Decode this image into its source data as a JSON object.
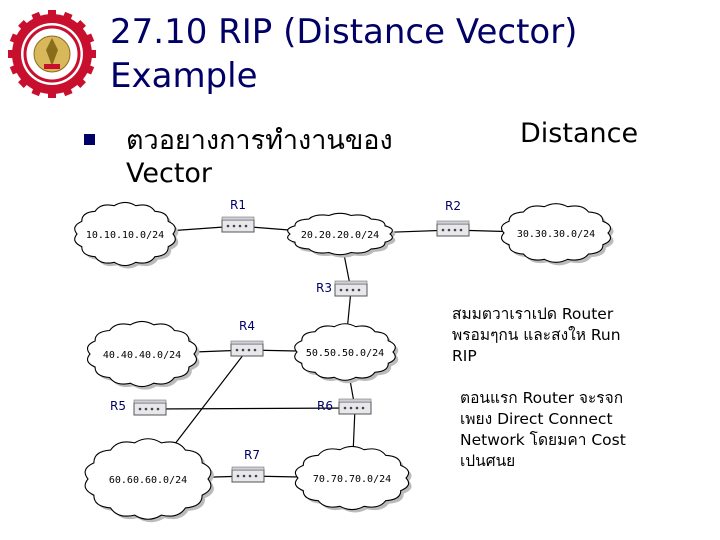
{
  "slide": {
    "title_line1": "27.10 RIP (Distance Vector)",
    "title_line2": "Example",
    "bullet_line1_part1": "ตวอยางการทำงานของ",
    "bullet_line1_part2": "Distance",
    "bullet_line2": "Vector"
  },
  "diagram": {
    "routers": [
      {
        "id": "R1",
        "label": "R1"
      },
      {
        "id": "R2",
        "label": "R2"
      },
      {
        "id": "R3",
        "label": "R3"
      },
      {
        "id": "R4",
        "label": "R4"
      },
      {
        "id": "R5",
        "label": "R5"
      },
      {
        "id": "R6",
        "label": "R6"
      },
      {
        "id": "R7",
        "label": "R7"
      }
    ],
    "networks": [
      {
        "id": "n10",
        "label": "10.10.10.0/24"
      },
      {
        "id": "n20",
        "label": "20.20.20.0/24"
      },
      {
        "id": "n30",
        "label": "30.30.30.0/24"
      },
      {
        "id": "n40",
        "label": "40.40.40.0/24"
      },
      {
        "id": "n50",
        "label": "50.50.50.0/24"
      },
      {
        "id": "n60",
        "label": "60.60.60.0/24"
      },
      {
        "id": "n70",
        "label": "70.70.70.0/24"
      }
    ]
  },
  "notes": {
    "note1": [
      "สมมตวาเราเปด        Router",
      "พรอมๆกน     และสงให       Run",
      "RIP"
    ],
    "note2": [
      "ตอนแรก Router จะรจก",
      "เพยง   Direct Connect",
      "Network โดยมคา     Cost",
      "เปนศนย"
    ]
  },
  "colors": {
    "title": "#000066",
    "cloud_fill": "#ffffff",
    "cloud_stroke": "#000000",
    "router_fill": "#e8e8ec",
    "router_label": "#000066",
    "link": "#000000"
  }
}
